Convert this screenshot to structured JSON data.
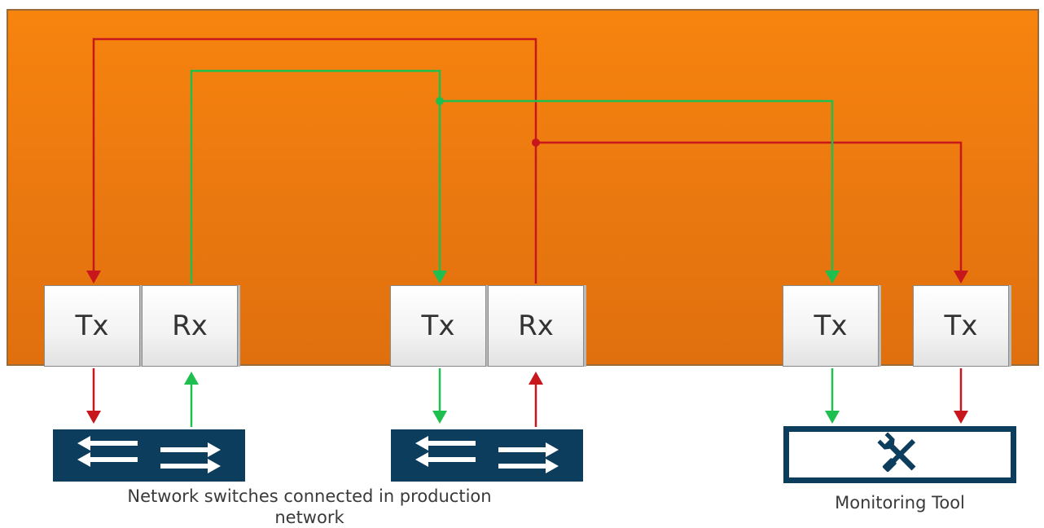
{
  "ports": {
    "p1": {
      "label": "Tx"
    },
    "p2": {
      "label": "Rx"
    },
    "p3": {
      "label": "Tx"
    },
    "p4": {
      "label": "Rx"
    },
    "p5": {
      "label": "Tx"
    },
    "p6": {
      "label": "Tx"
    }
  },
  "captions": {
    "switches": "Network switches connected in production network",
    "monitor": "Monitoring Tool"
  },
  "icons": {
    "switch": "switch-arrows-icon",
    "monitor": "wrench-screwdriver-icon"
  },
  "colors": {
    "tap_body": "#f7840d",
    "red_link": "#c8161d",
    "green_link": "#1fbf4f",
    "device": "#0c3d5c"
  }
}
